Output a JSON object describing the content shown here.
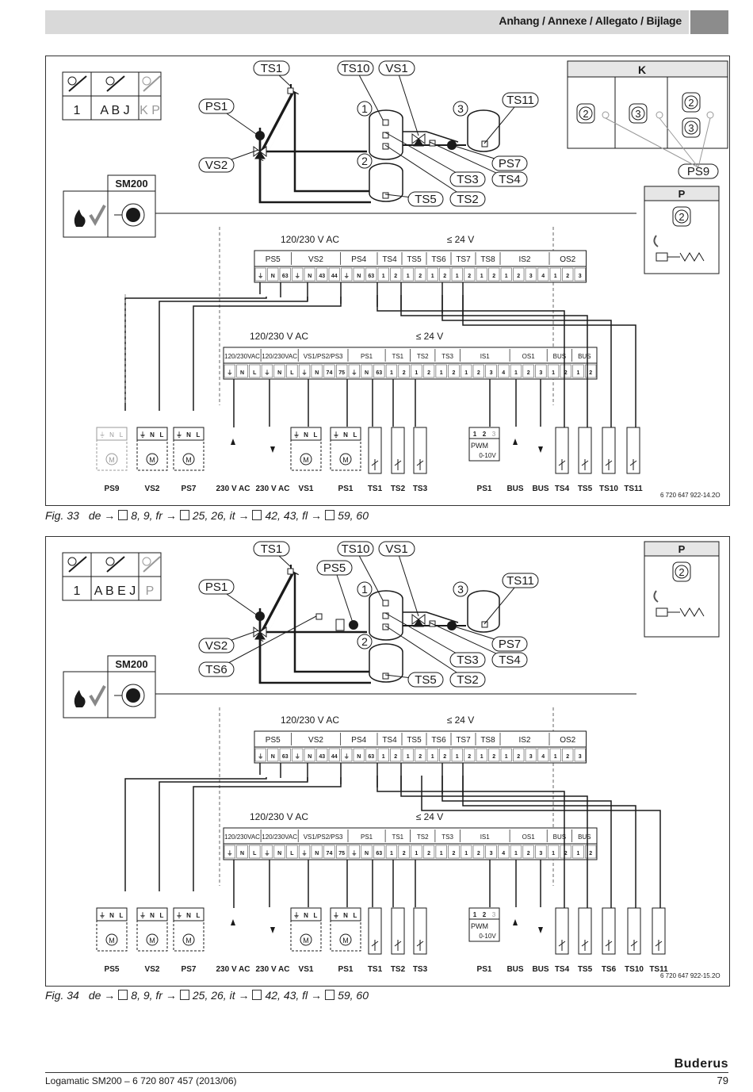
{
  "header": {
    "title": "Anhang / Annexe / Allegato / Bijlage"
  },
  "figures": [
    {
      "module_label": "SM200",
      "config_codes": [
        "1",
        "A B J",
        "K P"
      ],
      "system_labels": [
        "TS1",
        "TS10",
        "VS1",
        "PS1",
        "TS11",
        "VS2",
        "PS7",
        "TS3",
        "TS4",
        "TS5",
        "TS2",
        "PS9"
      ],
      "circle_numbers": [
        "1",
        "2",
        "3"
      ],
      "option_K_label": "K",
      "option_K_numbers": [
        "2",
        "3",
        "2",
        "3"
      ],
      "option_P_label": "P",
      "option_P_number": "2",
      "upper_block": {
        "voltage_high": "120/230 V AC",
        "voltage_low": "≤ 24 V",
        "groups": [
          "PS5",
          "VS2",
          "PS4",
          "TS4",
          "TS5",
          "TS6",
          "TS7",
          "TS8",
          "IS2",
          "OS2"
        ],
        "terminals": [
          "⏚",
          "N",
          "63",
          "⏚",
          "N",
          "43",
          "44",
          "⏚",
          "N",
          "63",
          "1",
          "2",
          "1",
          "2",
          "1",
          "2",
          "1",
          "2",
          "1",
          "2",
          "1",
          "2",
          "3",
          "4",
          "1",
          "2",
          "3"
        ]
      },
      "lower_block": {
        "voltage_high": "120/230 V AC",
        "voltage_low": "≤ 24 V",
        "groups": [
          "120/230VAC",
          "120/230VAC",
          "VS1/PS2/PS3",
          "PS1",
          "TS1",
          "TS2",
          "TS3",
          "IS1",
          "OS1",
          "BUS",
          "BUS"
        ],
        "terminals": [
          "⏚",
          "N",
          "L",
          "⏚",
          "N",
          "L",
          "⏚",
          "N",
          "74",
          "75",
          "⏚",
          "N",
          "63",
          "1",
          "2",
          "1",
          "2",
          "1",
          "2",
          "1",
          "2",
          "3",
          "4",
          "1",
          "2",
          "3",
          "1",
          "2",
          "1",
          "2"
        ]
      },
      "device_terminal_labels": [
        "⏚",
        "N",
        "L"
      ],
      "motor_label": "M",
      "pwm_terminals": [
        "1",
        "2",
        "3"
      ],
      "pwm_labels": [
        "PWM",
        "0-10V"
      ],
      "bottom_labels": [
        "PS9",
        "VS2",
        "PS7",
        "230 V AC",
        "230 V AC",
        "VS1",
        "PS1",
        "TS1",
        "TS2",
        "TS3",
        "PS1",
        "BUS",
        "BUS",
        "TS4",
        "TS5",
        "TS10",
        "TS11"
      ],
      "doc_number": "6 720 647 922-14.2O",
      "caption": {
        "fig": "Fig. 33",
        "refs": [
          {
            "lang": "de",
            "pages": "8, 9,"
          },
          {
            "lang": "fr",
            "pages": "25, 26,"
          },
          {
            "lang": "it",
            "pages": "42, 43,"
          },
          {
            "lang": "fl",
            "pages": "59, 60"
          }
        ]
      }
    },
    {
      "module_label": "SM200",
      "config_codes": [
        "1",
        "A B E J",
        "P"
      ],
      "system_labels": [
        "TS1",
        "TS10",
        "VS1",
        "PS5",
        "PS1",
        "TS11",
        "VS2",
        "TS6",
        "PS7",
        "TS3",
        "TS4",
        "TS5",
        "TS2"
      ],
      "circle_numbers": [
        "1",
        "2",
        "3"
      ],
      "option_P_label": "P",
      "option_P_number": "2",
      "upper_block": {
        "voltage_high": "120/230 V AC",
        "voltage_low": "≤ 24 V",
        "groups": [
          "PS5",
          "VS2",
          "PS4",
          "TS4",
          "TS5",
          "TS6",
          "TS7",
          "TS8",
          "IS2",
          "OS2"
        ],
        "terminals": [
          "⏚",
          "N",
          "63",
          "⏚",
          "N",
          "43",
          "44",
          "⏚",
          "N",
          "63",
          "1",
          "2",
          "1",
          "2",
          "1",
          "2",
          "1",
          "2",
          "1",
          "2",
          "1",
          "2",
          "3",
          "4",
          "1",
          "2",
          "3"
        ]
      },
      "lower_block": {
        "voltage_high": "120/230 V AC",
        "voltage_low": "≤ 24 V",
        "groups": [
          "120/230VAC",
          "120/230VAC",
          "VS1/PS2/PS3",
          "PS1",
          "TS1",
          "TS2",
          "TS3",
          "IS1",
          "OS1",
          "BUS",
          "BUS"
        ],
        "terminals": [
          "⏚",
          "N",
          "L",
          "⏚",
          "N",
          "L",
          "⏚",
          "N",
          "74",
          "75",
          "⏚",
          "N",
          "63",
          "1",
          "2",
          "1",
          "2",
          "1",
          "2",
          "1",
          "2",
          "3",
          "4",
          "1",
          "2",
          "3",
          "1",
          "2",
          "1",
          "2"
        ]
      },
      "device_terminal_labels": [
        "⏚",
        "N",
        "L"
      ],
      "motor_label": "M",
      "pwm_terminals": [
        "1",
        "2",
        "3"
      ],
      "pwm_labels": [
        "PWM",
        "0-10V"
      ],
      "bottom_labels": [
        "PS5",
        "VS2",
        "PS7",
        "230 V AC",
        "230 V AC",
        "VS1",
        "PS1",
        "TS1",
        "TS2",
        "TS3",
        "PS1",
        "BUS",
        "BUS",
        "TS4",
        "TS5",
        "TS6",
        "TS10",
        "TS11"
      ],
      "doc_number": "6 720 647 922-15.2O",
      "caption": {
        "fig": "Fig. 34",
        "refs": [
          {
            "lang": "de",
            "pages": "8, 9,"
          },
          {
            "lang": "fr",
            "pages": "25, 26,"
          },
          {
            "lang": "it",
            "pages": "42, 43,"
          },
          {
            "lang": "fl",
            "pages": "59, 60"
          }
        ]
      }
    }
  ],
  "footer": {
    "left": "Logamatic SM200 – 6 720 807 457 (2013/06)",
    "page": "79",
    "brand": "Buderus"
  }
}
